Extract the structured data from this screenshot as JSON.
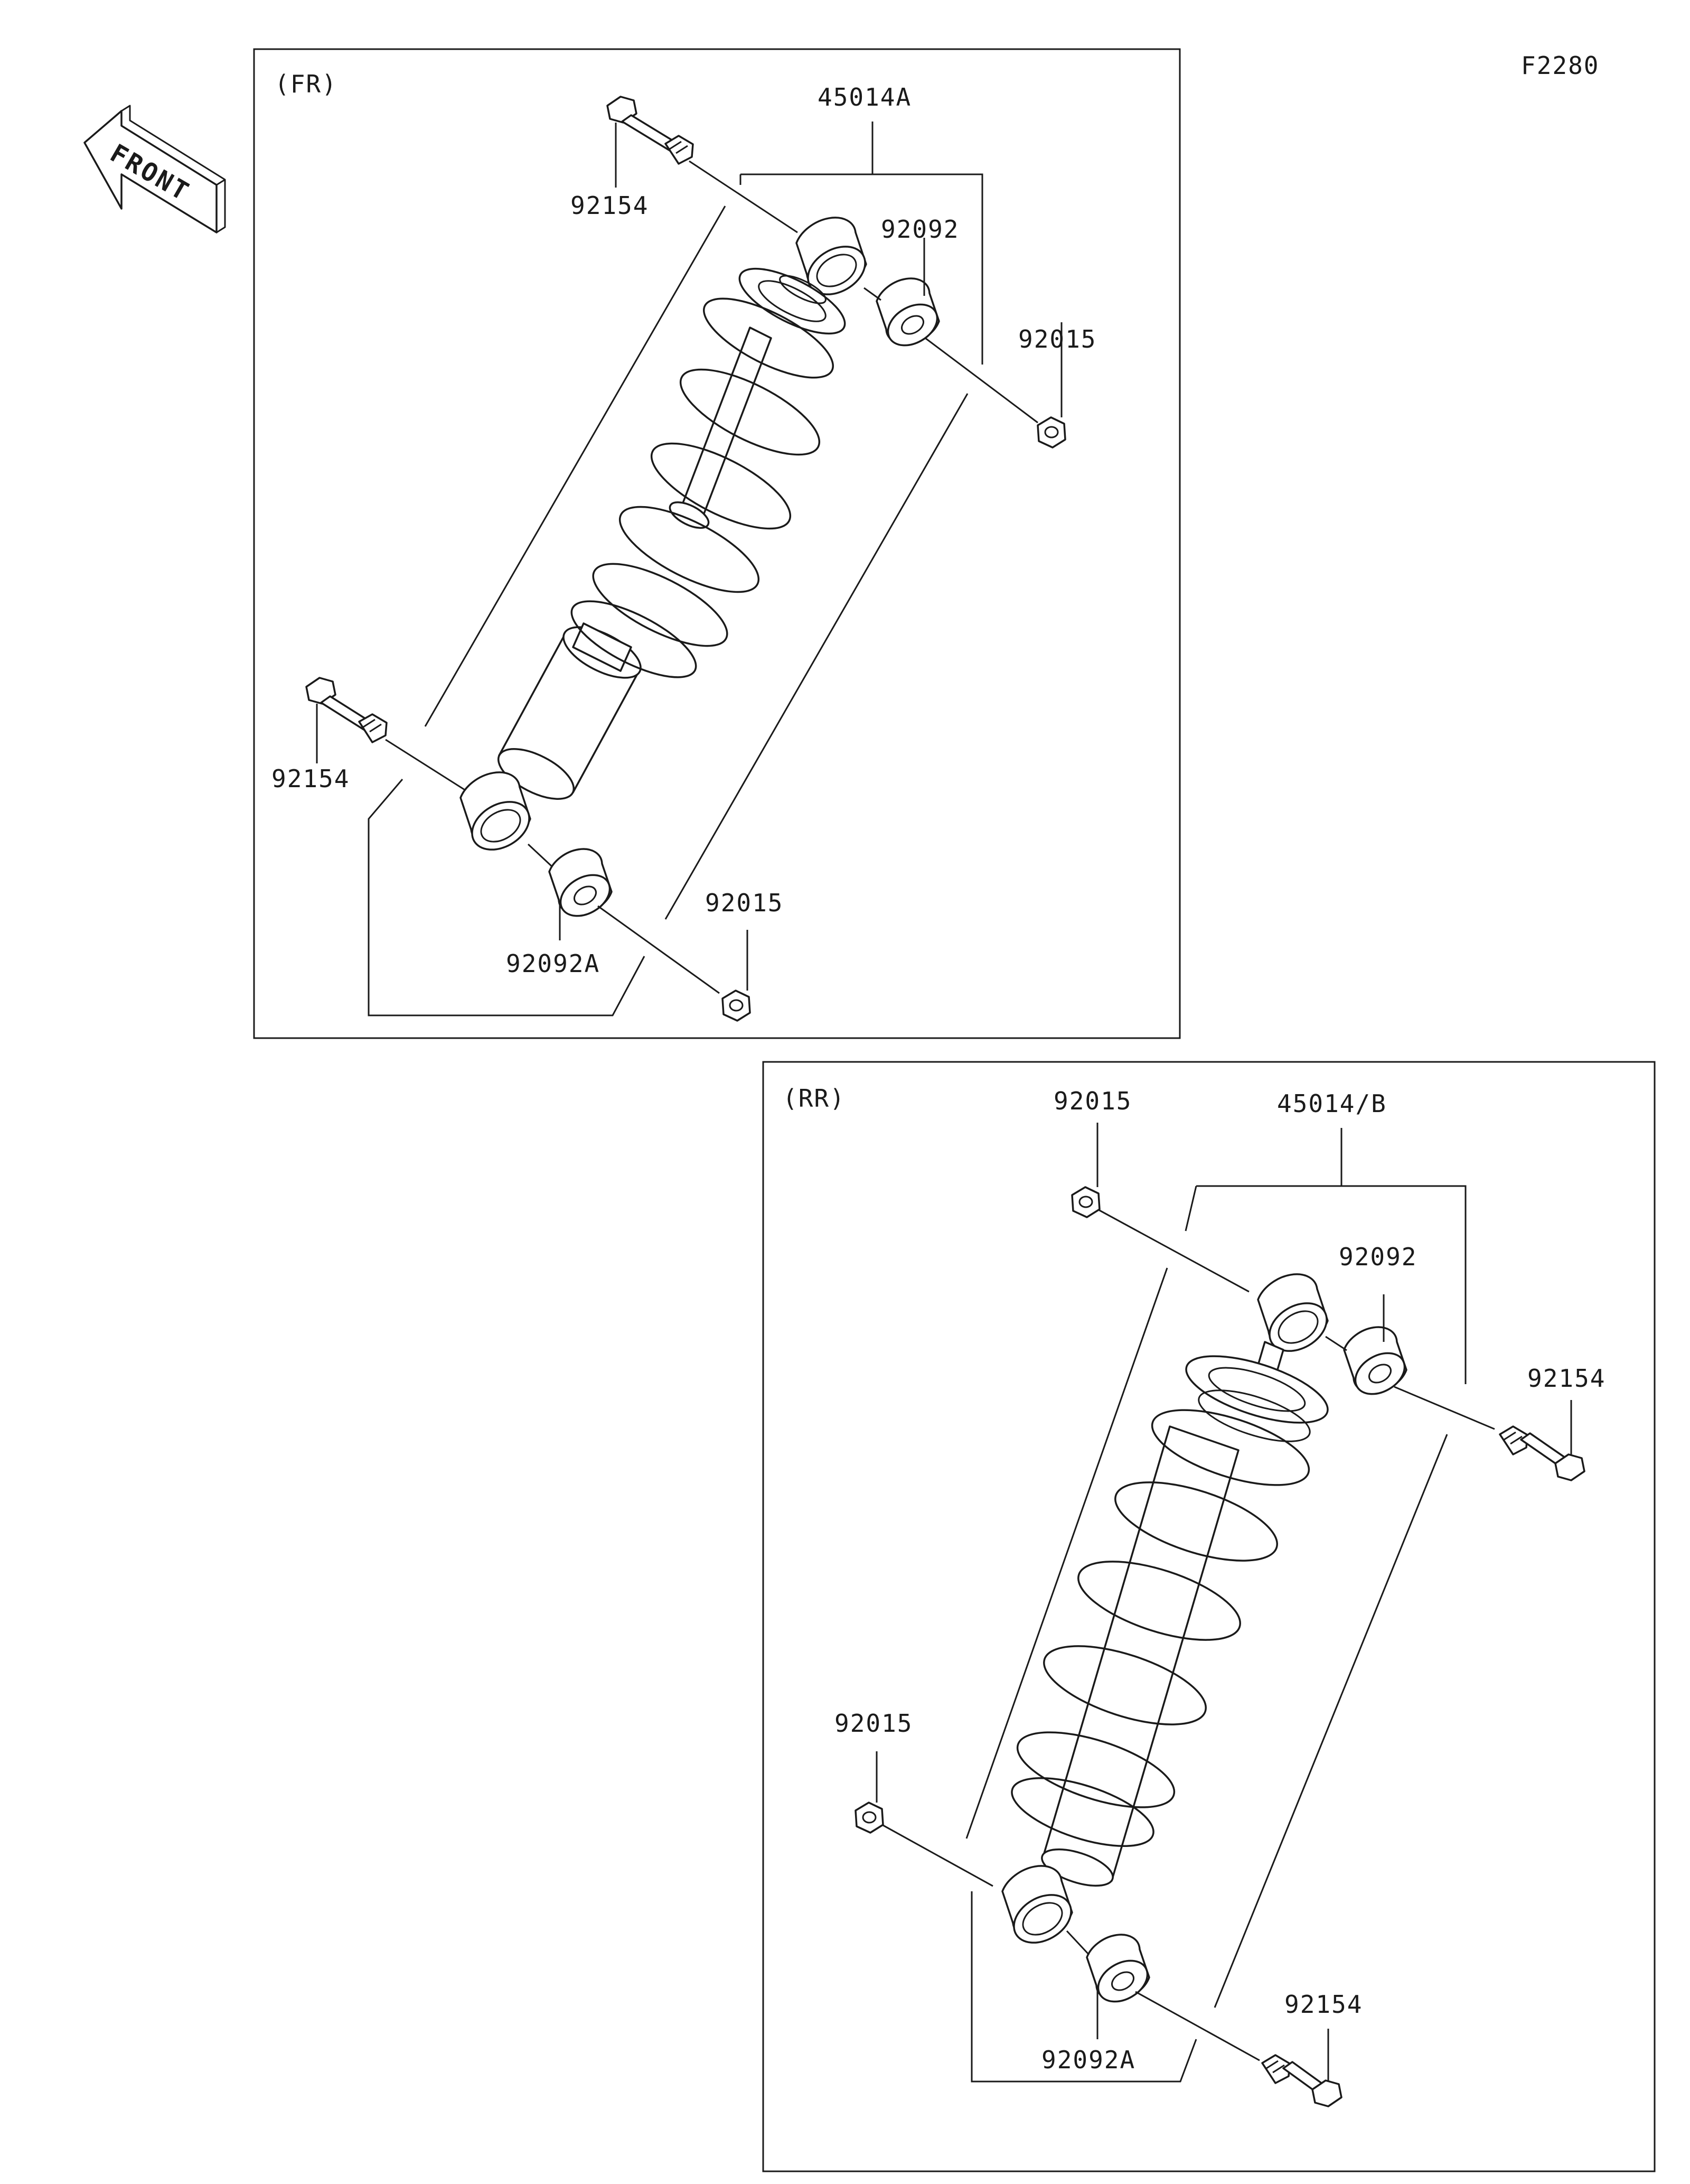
{
  "figure_code": "F2280",
  "front_arrow": {
    "text": "FRONT",
    "icon": "front-arrow-icon"
  },
  "panels": {
    "front": {
      "title": "(FR)",
      "labels": {
        "assembly": "45014A",
        "upper_bolt": "92154",
        "upper_bushing": "92092",
        "upper_nut": "92015",
        "lower_bolt": "92154",
        "lower_bushing": "92092A",
        "lower_nut": "92015"
      }
    },
    "rear": {
      "title": "(RR)",
      "labels": {
        "upper_nut": "92015",
        "assembly": "45014/B",
        "upper_bushing": "92092",
        "upper_bolt": "92154",
        "lower_nut": "92015",
        "lower_bolt": "92154",
        "lower_bushing": "92092A"
      }
    }
  }
}
